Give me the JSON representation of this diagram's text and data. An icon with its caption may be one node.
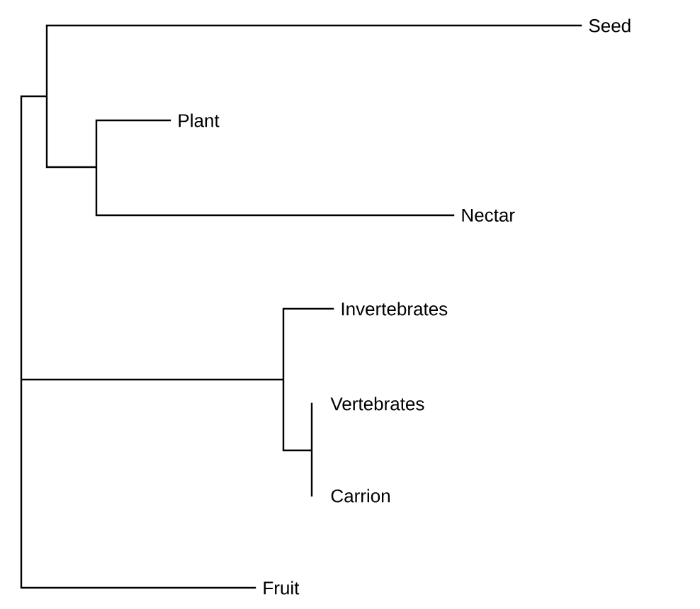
{
  "diagram": {
    "labels": [
      "Seed",
      "Plant",
      "Nectar",
      "Invertebrates",
      "Vertebrates",
      "Carrion",
      "Fruit"
    ]
  }
}
